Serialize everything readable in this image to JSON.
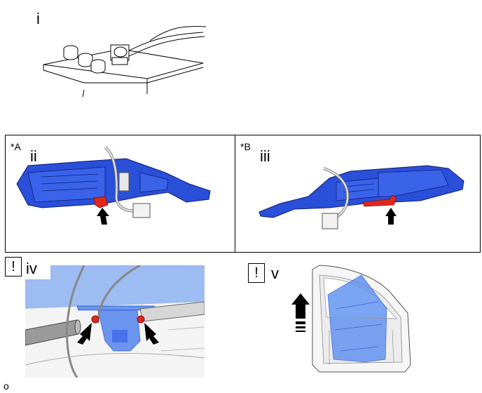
{
  "figure_i": {
    "label": "i"
  },
  "figure_ii": {
    "view_tag": "*A",
    "label": "ii"
  },
  "figure_iii": {
    "view_tag": "*B",
    "label": "iii"
  },
  "figure_iv": {
    "caution_mark": "!",
    "label": "iv"
  },
  "figure_v": {
    "caution_mark": "!",
    "label": "v"
  },
  "footer": {
    "code": "o"
  },
  "colors": {
    "part_blue": "#2a4fd8",
    "highlight_red": "#e0281c",
    "translucent_blue": "#5a8ff0",
    "arrow_black": "#000000"
  }
}
